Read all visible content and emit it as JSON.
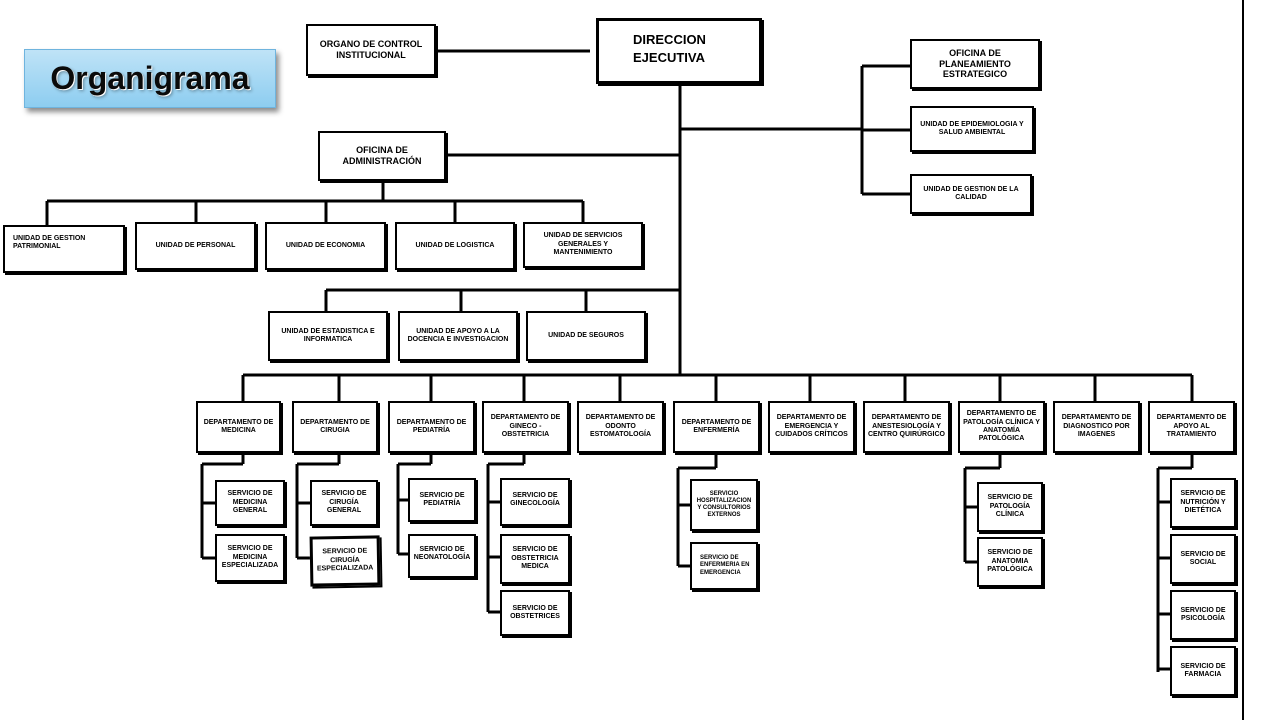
{
  "title": "Organigrama",
  "nodes": {
    "direccion": "DIRECCION EJECUTIVA",
    "control": "ORGANO DE CONTROL INSTITUCIONAL",
    "planeamiento": "OFICINA DE PLANEAMIENTO ESTRATEGICO",
    "epidemiologia": "UNIDAD DE EPIDEMIOLOGIA Y SALUD AMBIENTAL",
    "calidad": "UNIDAD DE GESTION DE LA CALIDAD",
    "administracion": "OFICINA DE ADMINISTRACIÓN",
    "patrimonial": "UNIDAD DE GESTION PATRIMONIAL",
    "personal": "UNIDAD DE PERSONAL",
    "economia": "UNIDAD DE ECONOMIA",
    "logistica": "UNIDAD DE LOGISTICA",
    "servicios_generales": "UNIDAD DE SERVICIOS GENERALES Y MANTENIMIENTO",
    "estadistica": "UNIDAD DE ESTADISTICA E INFORMATICA",
    "docencia": "UNIDAD DE APOYO A LA DOCENCIA E INVESTIGACION",
    "seguros": "UNIDAD DE SEGUROS"
  },
  "departments": [
    "DEPARTAMENTO DE MEDICINA",
    "DEPARTAMENTO DE CIRUGIA",
    "DEPARTAMENTO DE PEDIATRÍA",
    "DEPARTAMENTO DE GINECO - OBSTETRICIA",
    "DEPARTAMENTO DE ODONTO ESTOMATOLOGÍA",
    "DEPARTAMENTO DE ENFERMERÍA",
    "DEPARTAMENTO DE EMERGENCIA Y CUIDADOS CRÍTICOS",
    "DEPARTAMENTO DE ANESTESIOLOGÍA Y CENTRO QUIRÚRGICO",
    "DEPARTAMENTO DE PATOLOGÍA CLÍNICA Y ANATOMÍA PATOLÓGICA",
    "DEPARTAMENTO DE DIAGNOSTICO POR IMAGENES",
    "DEPARTAMENTO DE APOYO AL TRATAMIENTO"
  ],
  "services": {
    "medicina": [
      "SERVICIO DE MEDICINA GENERAL",
      "SERVICIO DE MEDICINA ESPECIALIZADA"
    ],
    "cirugia": [
      "SERVICIO DE CIRUGÍA GENERAL",
      "SERVICIO DE CIRUGÍA ESPECIALIZADA"
    ],
    "pediatria": [
      "SERVICIO DE PEDIATRÍA",
      "SERVICIO DE NEONATOLOGÍA"
    ],
    "gineco": [
      "SERVICIO DE GINECOLOGÍA",
      "SERVICIO DE OBSTETRICIA MEDICA",
      "SERVICIO DE OBSTETRICES"
    ],
    "enfermeria": [
      "SERVICIO HOSPITALIZACION Y CONSULTORIOS EXTERNOS",
      "SERVICIO DE ENFERMERIA EN EMERGENCIA"
    ],
    "patologia": [
      "SERVICIO DE PATOLOGÍA CLÍNICA",
      "SERVICIO DE ANATOMIA PATOLÓGICA"
    ],
    "apoyo": [
      "SERVICIO DE NUTRICIÓN Y DIETÉTICA",
      "SERVICIO DE SOCIAL",
      "SERVICIO DE PSICOLOGÍA",
      "SERVICIO DE FARMACIA"
    ]
  }
}
